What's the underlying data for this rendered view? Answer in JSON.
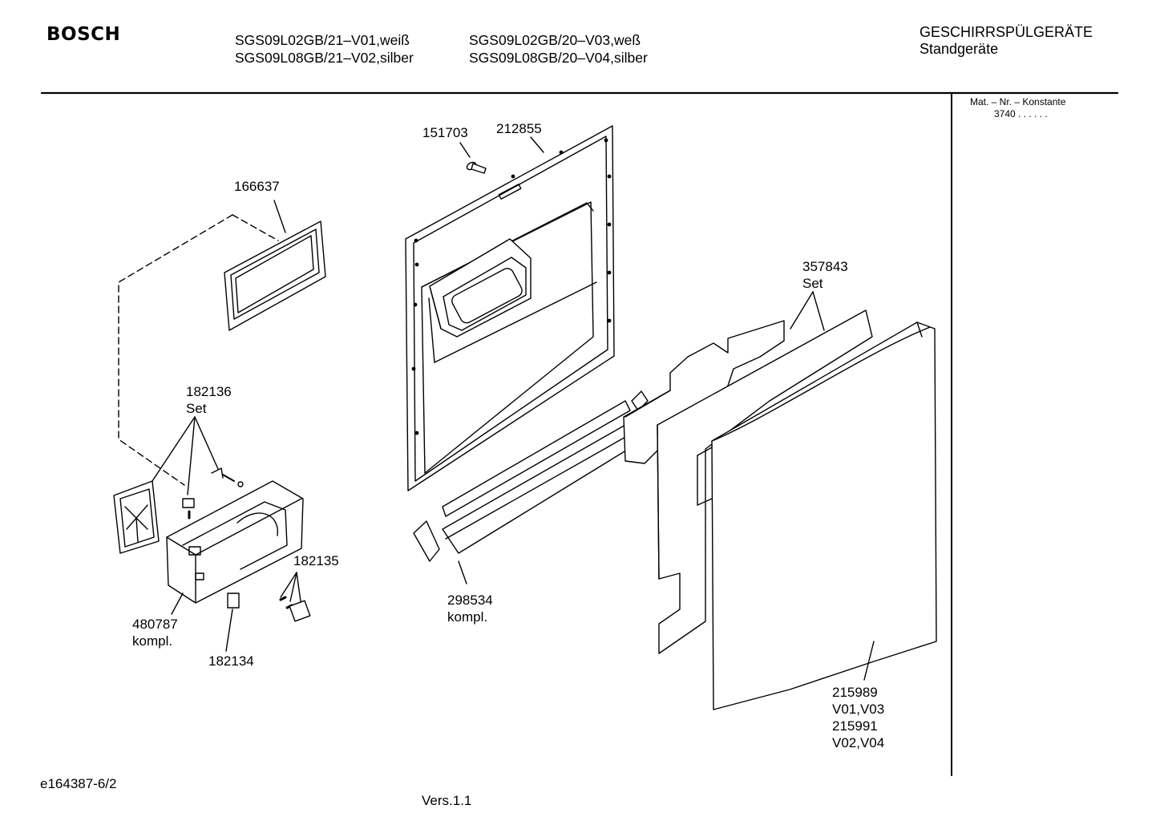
{
  "header": {
    "brand": "BOSCH",
    "models_col1": [
      "SGS09L02GB/21–V01,weiß",
      "SGS09L08GB/21–V02,silber"
    ],
    "models_col2": [
      "SGS09L02GB/20–V03,weß",
      "SGS09L08GB/20–V04,silber"
    ],
    "category": [
      "GESCHIRRSPÜLGERÄTE",
      "Standgeräte"
    ]
  },
  "side_panel": {
    "mat_label": "Mat. – Nr. – Konstante",
    "mat_value": "3740 . . . . . ."
  },
  "parts": [
    {
      "lines": [
        "151703"
      ]
    },
    {
      "lines": [
        "212855"
      ]
    },
    {
      "lines": [
        "166637"
      ]
    },
    {
      "lines": [
        "357843",
        "Set"
      ]
    },
    {
      "lines": [
        "182136",
        "Set"
      ]
    },
    {
      "lines": [
        "182135"
      ]
    },
    {
      "lines": [
        "298534",
        "kompl."
      ]
    },
    {
      "lines": [
        "480787",
        "kompl."
      ]
    },
    {
      "lines": [
        "182134"
      ]
    },
    {
      "lines": [
        "215989",
        "V01,V03",
        "215991",
        "V02,V04"
      ]
    }
  ],
  "footer": {
    "drawing_id": "e164387-6/2",
    "version": "Vers.1.1"
  }
}
